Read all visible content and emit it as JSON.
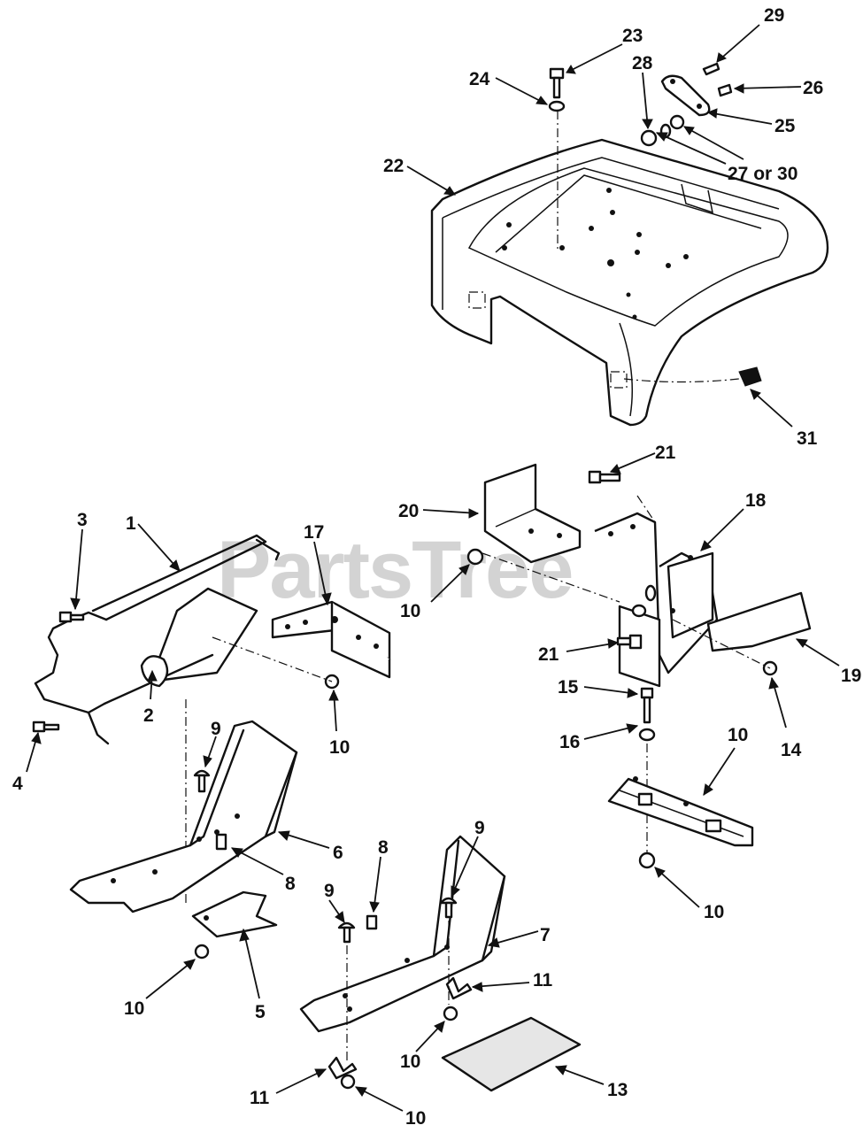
{
  "watermark": "PartsTree",
  "callouts": [
    {
      "id": "c29",
      "label": "29"
    },
    {
      "id": "c23",
      "label": "23"
    },
    {
      "id": "c28",
      "label": "28"
    },
    {
      "id": "c24",
      "label": "24"
    },
    {
      "id": "c26",
      "label": "26"
    },
    {
      "id": "c25",
      "label": "25"
    },
    {
      "id": "c22",
      "label": "22"
    },
    {
      "id": "c27or30",
      "label": "27 or 30"
    },
    {
      "id": "c31",
      "label": "31"
    },
    {
      "id": "c21a",
      "label": "21"
    },
    {
      "id": "c18",
      "label": "18"
    },
    {
      "id": "c20",
      "label": "20"
    },
    {
      "id": "c3",
      "label": "3"
    },
    {
      "id": "c1",
      "label": "1"
    },
    {
      "id": "c17",
      "label": "17"
    },
    {
      "id": "c10a",
      "label": "10"
    },
    {
      "id": "c21b",
      "label": "21"
    },
    {
      "id": "c19",
      "label": "19"
    },
    {
      "id": "c15",
      "label": "15"
    },
    {
      "id": "c2",
      "label": "2"
    },
    {
      "id": "c10b",
      "label": "10"
    },
    {
      "id": "c16",
      "label": "16"
    },
    {
      "id": "c14",
      "label": "14"
    },
    {
      "id": "c10c",
      "label": "10"
    },
    {
      "id": "c9a",
      "label": "9"
    },
    {
      "id": "c4",
      "label": "4"
    },
    {
      "id": "c6",
      "label": "6"
    },
    {
      "id": "c8a",
      "label": "8"
    },
    {
      "id": "c9b",
      "label": "9"
    },
    {
      "id": "c8b",
      "label": "8"
    },
    {
      "id": "c9c",
      "label": "9"
    },
    {
      "id": "c10d",
      "label": "10"
    },
    {
      "id": "c7",
      "label": "7"
    },
    {
      "id": "c11a",
      "label": "11"
    },
    {
      "id": "c10e",
      "label": "10"
    },
    {
      "id": "c5",
      "label": "5"
    },
    {
      "id": "c10f",
      "label": "10"
    },
    {
      "id": "c13",
      "label": "13"
    },
    {
      "id": "c11b",
      "label": "11"
    },
    {
      "id": "c10g",
      "label": "10"
    }
  ]
}
